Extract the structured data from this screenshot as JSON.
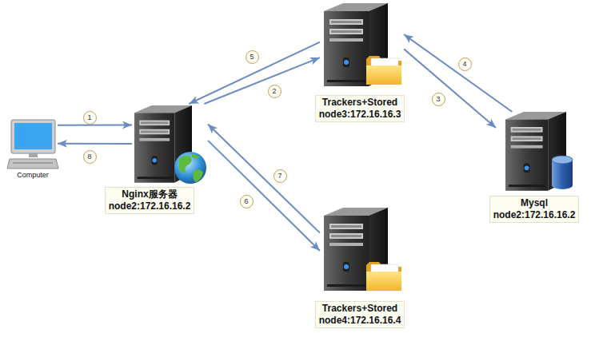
{
  "diagram": {
    "nodes": [
      {
        "text": [
          "Computer"
        ]
      },
      {
        "text": [
          "Nginx服务器",
          "node2:172.16.16.2"
        ]
      },
      {
        "text": [
          "Trackers+Stored",
          "node3:172.16.16.3"
        ]
      },
      {
        "text": [
          "Mysql",
          "node2:172.16.16.2"
        ]
      },
      {
        "text": [
          "Trackers+Stored",
          "node4:172.16.16.4"
        ]
      }
    ],
    "edges": [
      {
        "from": 0,
        "to": 1,
        "label": "1",
        "arrow": "to"
      },
      {
        "from": 1,
        "to": 2,
        "label": "2",
        "arrow": "to"
      },
      {
        "from": 2,
        "to": 3,
        "label": "3",
        "arrow": "to"
      },
      {
        "from": 3,
        "to": 2,
        "label": "4",
        "arrow": "to"
      },
      {
        "from": 2,
        "to": 1,
        "label": "5",
        "arrow": "to"
      },
      {
        "from": 1,
        "to": 4,
        "label": "6",
        "arrow": "to"
      },
      {
        "from": 4,
        "to": 1,
        "label": "7",
        "arrow": "to"
      },
      {
        "from": 1,
        "to": 0,
        "label": "8",
        "arrow": "to"
      }
    ]
  }
}
